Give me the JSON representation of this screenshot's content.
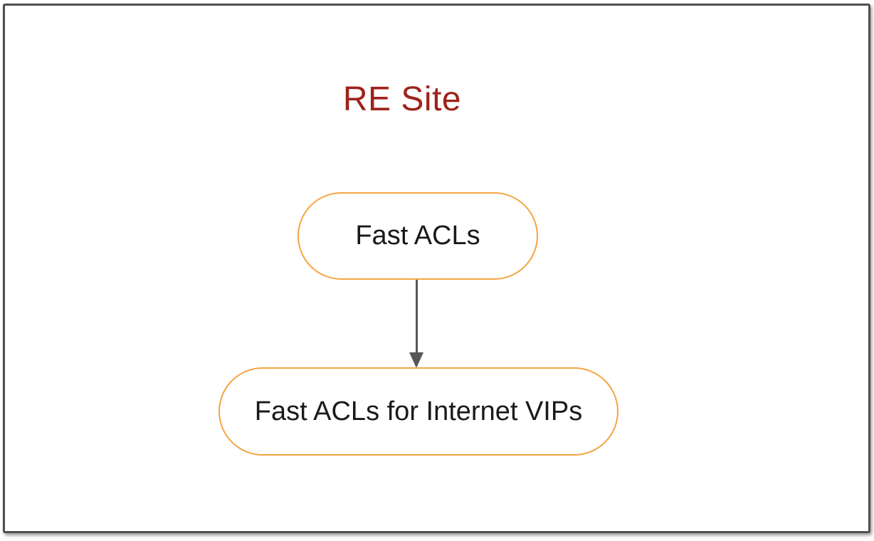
{
  "diagram": {
    "title": {
      "text": "RE Site",
      "color": "#9e231b"
    },
    "frame": {
      "border_color": "#4f4f4f",
      "background": "#ffffff"
    },
    "nodes": [
      {
        "id": "fast-acls",
        "label": "Fast ACLs",
        "shape": "rounded-rectangle",
        "border_color": "#f5a541",
        "fill": "#ffffff",
        "text_color": "#1a1a1a"
      },
      {
        "id": "fast-acls-for-internet-vips",
        "label": "Fast ACLs for Internet VIPs",
        "shape": "rounded-rectangle",
        "border_color": "#f5a541",
        "fill": "#ffffff",
        "text_color": "#1a1a1a"
      }
    ],
    "edges": [
      {
        "from": "fast-acls",
        "to": "fast-acls-for-internet-vips",
        "direction": "down",
        "style": "solid",
        "arrowhead": "filled-triangle",
        "color": "#575757"
      }
    ]
  }
}
